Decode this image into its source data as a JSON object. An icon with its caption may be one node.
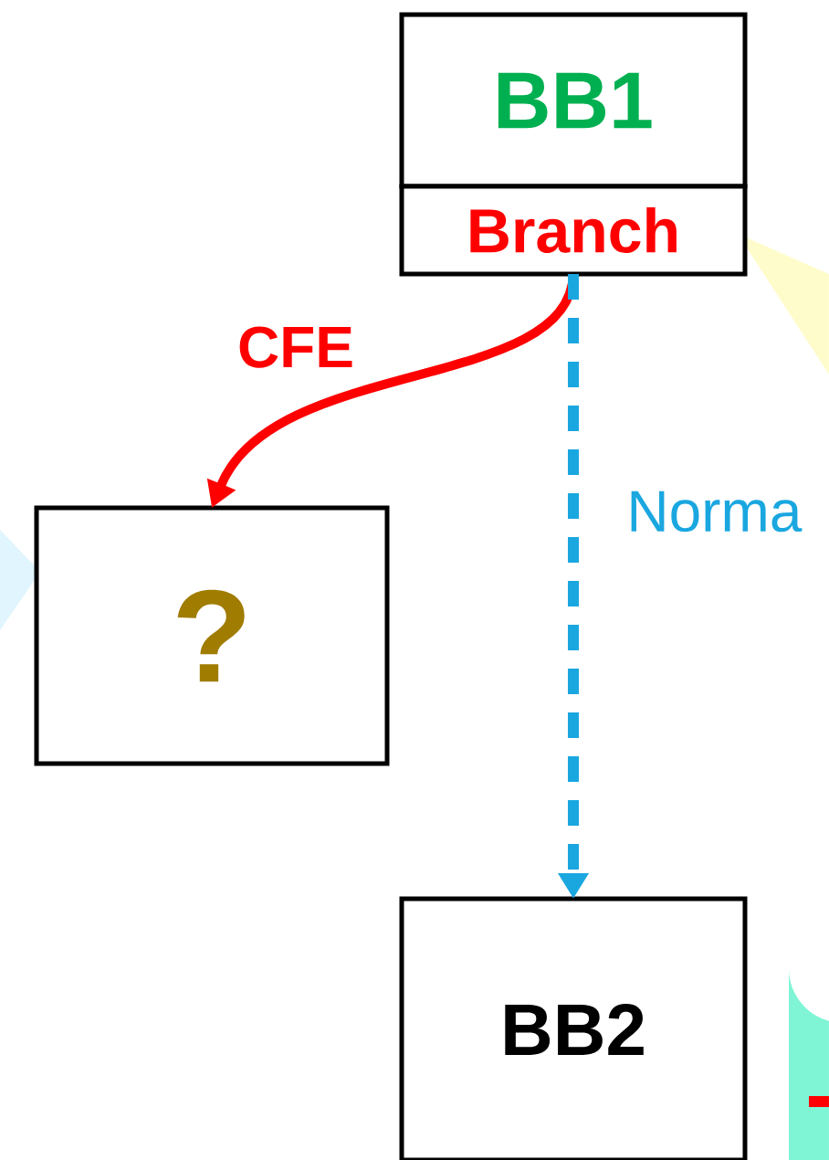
{
  "diagram": {
    "nodes": [
      {
        "text": [
          "BB1"
        ]
      },
      {
        "text": [
          "Branch"
        ]
      },
      {
        "text": [
          "?"
        ]
      },
      {
        "text": [
          "BB2"
        ]
      }
    ],
    "edges": [
      {
        "from": 1,
        "to": 2,
        "arrow": "to",
        "label": "CFE",
        "color": "#ff0000"
      },
      {
        "from": 1,
        "to": 3,
        "arrow": "to",
        "label": "Norma",
        "style": "dashed",
        "color": "#1aa7e0"
      }
    ]
  }
}
